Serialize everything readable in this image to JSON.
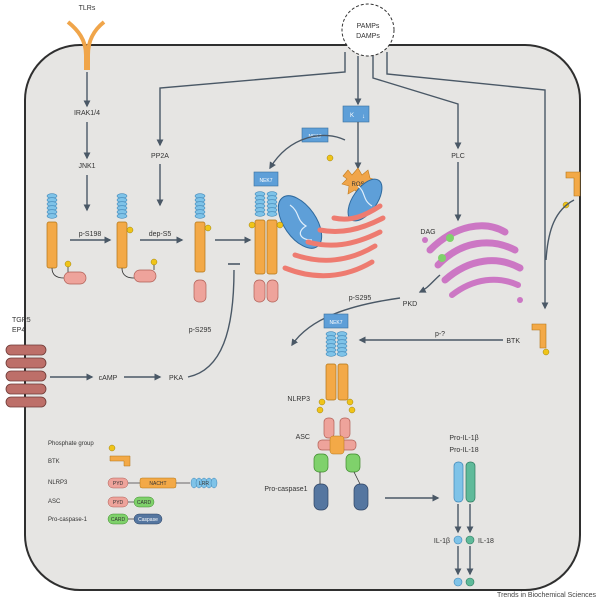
{
  "labels": {
    "tlrs": "TLRs",
    "pamps": "PAMPs",
    "damps": "DAMPs",
    "irak": "IRAK1/4",
    "jnk1": "JNK1",
    "pp2a": "PP2A",
    "nek7_top": "NEK7",
    "k_ion": "K",
    "ros": "ROS",
    "nek7_complex": "NEK7",
    "plc": "PLC",
    "dag": "DAG",
    "p_s198": "p-S198",
    "dep_s5": "dep-S5",
    "tgr5": "TGR5",
    "ep4": "EP4",
    "camp": "cAMP",
    "pka": "PKA",
    "p_s295_left": "p-S295",
    "pkd": "PKD",
    "p_s295_right": "p-S295",
    "nek7_active": "NEK7",
    "p_q": "p-?",
    "btk": "BTK",
    "nlrp3": "NLRP3",
    "asc": "ASC",
    "pro_caspase1": "Pro-caspase1",
    "pro_il1b": "Pro-IL-1β",
    "pro_il18": "Pro-IL-18",
    "il1b": "IL-1β",
    "il18": "IL-18"
  },
  "legend": {
    "phosphate": "Phosphate group",
    "btk": "BTK",
    "nlrp3": "NLRP3",
    "asc": "ASC",
    "pro_caspase": "Pro-caspase-1",
    "pyd": "PYD",
    "nacht": "NACHT",
    "lrr": "LRR",
    "pyd2": "PYD",
    "card": "CARD",
    "card2": "CARD",
    "caspase": "Caspase"
  },
  "credit": "Trends in Biochemical Sciences",
  "colors": {
    "cell": "#e6e5e3",
    "lrr": "#7fc3e8",
    "nacht": "#f3a947",
    "pyd": "#eea39b",
    "card": "#7fd16b",
    "caspase": "#5576a0",
    "phosphate": "#f0c419",
    "golgi": "#cc77c4",
    "mito": "#5e9fd8",
    "er": "#ee7b70",
    "receptor": "#bd6f69"
  }
}
